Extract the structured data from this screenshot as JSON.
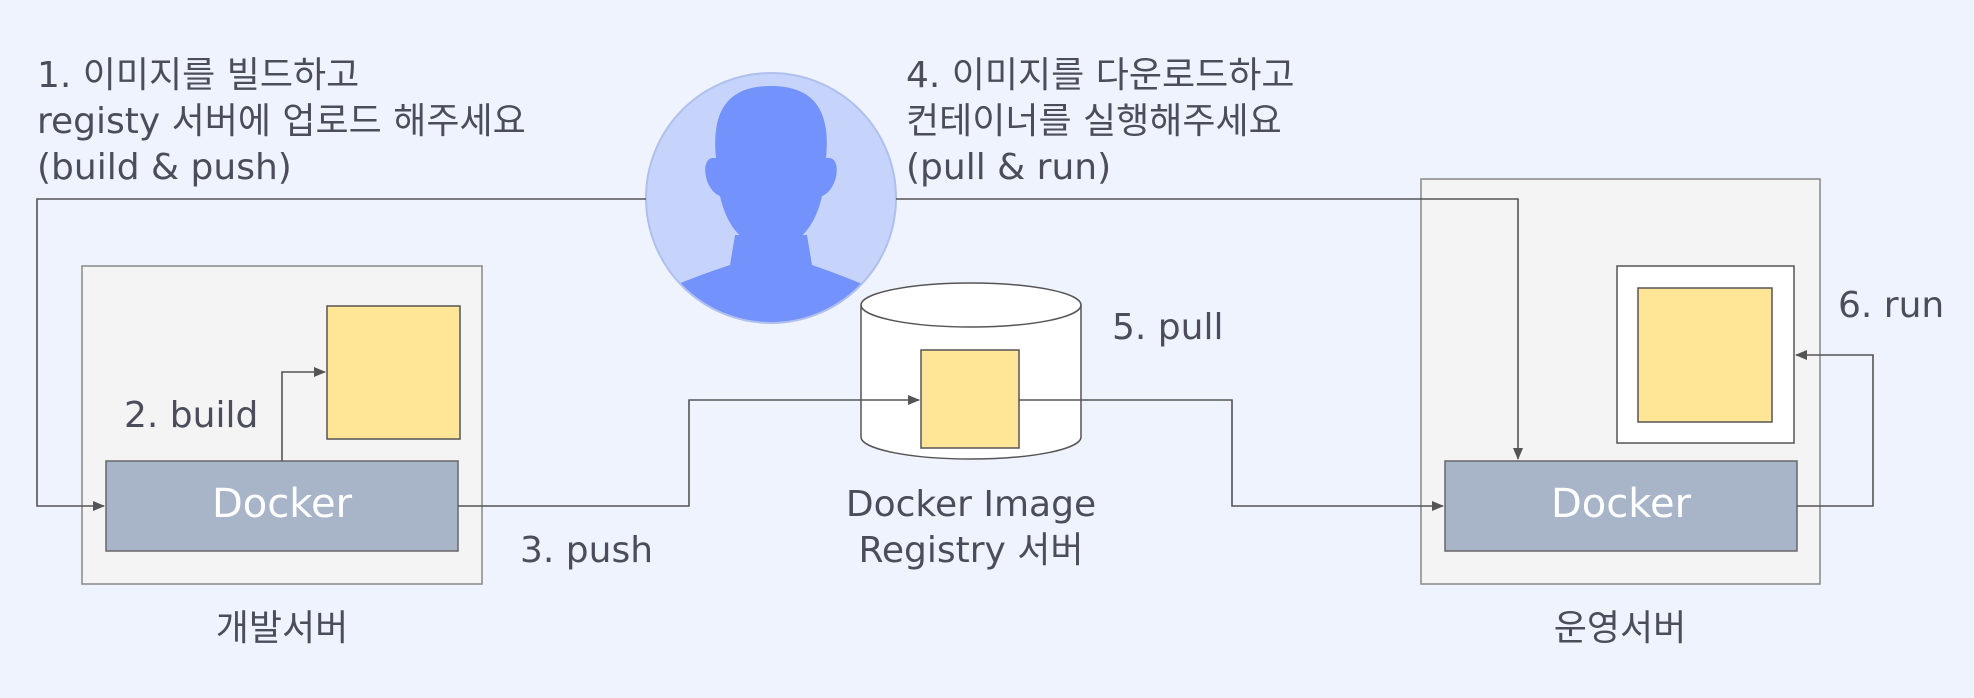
{
  "instructions": {
    "step1": "1. 이미지를 빌드하고\nregisty 서버에 업로드 해주세요\n(build & push)",
    "step4": "4. 이미지를 다운로드하고\n컨테이너를 실행해주세요\n(pull & run)"
  },
  "steps": {
    "build": "2. build",
    "push": "3. push",
    "pull": "5. pull",
    "run": "6. run"
  },
  "dev_server": {
    "caption": "개발서버",
    "docker_label": "Docker"
  },
  "prod_server": {
    "caption": "운영서버",
    "docker_label": "Docker"
  },
  "registry": {
    "caption": "Docker Image\nRegistry 서버"
  },
  "colors": {
    "background": "#eff3fe",
    "server_box": "#f4f4f4",
    "docker_box": "#a8b4c8",
    "image_square": "#ffe596",
    "user_circle": "#c6d4fb",
    "user_silhouette": "#7492fb",
    "line": "#555555"
  },
  "icons": {
    "user": "user-avatar-icon"
  }
}
